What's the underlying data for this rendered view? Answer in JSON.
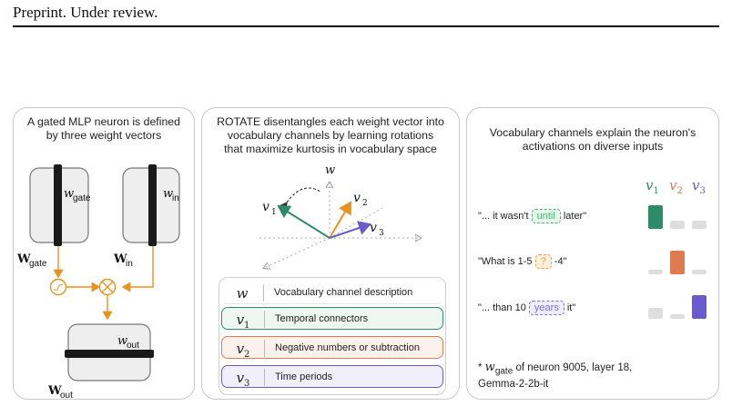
{
  "header": {
    "text": "Preprint. Under review."
  },
  "panel1": {
    "title_line1": "A gated MLP neuron is defined",
    "title_line2": "by three weight vectors",
    "w_gate_sub": "gate",
    "w_in_sub": "in",
    "W_gate_sub": "gate",
    "W_in_sub": "in",
    "w_out_sub": "out",
    "W_out_sub": "out"
  },
  "panel2": {
    "title_line1": "ROTATE disentangles each weight vector into",
    "title_line2": "vocabulary channels by learning rotations",
    "title_line3": "that maximize kurtosis in vocabulary space",
    "w_symbol": "w",
    "v1": "v",
    "v2": "v",
    "v3": "v",
    "table": {
      "header_symbol": "w",
      "header_desc": "Vocabulary channel description",
      "rows": [
        {
          "symbol": "v",
          "sub": "1",
          "desc": "Temporal connectors",
          "color": "#2e8b6a",
          "bg": "#eef7f2"
        },
        {
          "symbol": "v",
          "sub": "2",
          "desc": "Negative numbers or subtraction",
          "color": "#e07b50",
          "bg": "#fdf1ec"
        },
        {
          "symbol": "v",
          "sub": "3",
          "desc": "Time periods",
          "color": "#6a5acd",
          "bg": "#f1effb"
        }
      ]
    }
  },
  "panel3": {
    "title_line1": "Vocabulary channels explain the neuron's",
    "title_line2": "activations on diverse inputs",
    "legend": [
      {
        "symbol": "v",
        "sub": "1",
        "color": "#2e8b6a"
      },
      {
        "symbol": "v",
        "sub": "2",
        "color": "#e07b50"
      },
      {
        "symbol": "v",
        "sub": "3",
        "color": "#6a5acd"
      }
    ],
    "examples": [
      {
        "pre": "\"... it wasn't ",
        "token": "until",
        "post": " later\"",
        "color": "#4caf7a",
        "bg": "#e8f6ec",
        "active": 0,
        "levels": [
          1.0,
          0.35,
          0.35
        ]
      },
      {
        "pre": "\"What is 1-5 ",
        "token": "?",
        "post": " -4\"",
        "color": "#e8a24a",
        "bg": "#fdf0dc",
        "active": 1,
        "levels": [
          0.2,
          1.0,
          0.2
        ]
      },
      {
        "pre": "\"... than 10 ",
        "token": "years",
        "post": " it\"",
        "color": "#7b6fd6",
        "bg": "#efedfb",
        "active": 2,
        "levels": [
          0.45,
          0.2,
          1.0
        ]
      }
    ],
    "footnote_prefix": "* ",
    "footnote_sym": "w",
    "footnote_sub": "gate",
    "footnote_line1": " of neuron 9005, layer 18,",
    "footnote_line2": "Gemma-2-2b-it"
  }
}
